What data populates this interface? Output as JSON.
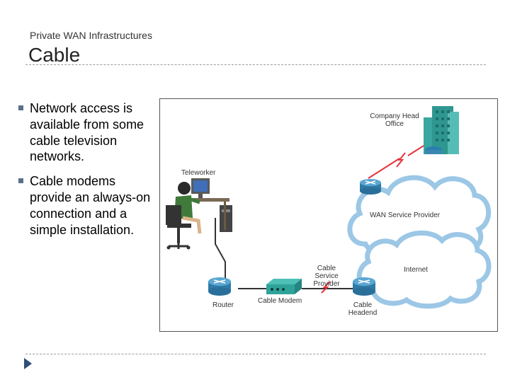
{
  "header": {
    "supertitle": "Private WAN Infrastructures",
    "title": "Cable"
  },
  "bullets": [
    "Network access is available from some cable television networks.",
    "Cable modems provide an always-on connection and a simple installation."
  ],
  "diagram": {
    "labels": {
      "company_head_office_line1": "Company Head",
      "company_head_office_line2": "Office",
      "teleworker": "Teleworker",
      "wan_service_provider": "WAN Service Provider",
      "internet": "Internet",
      "cable_service_provider_line1": "Cable",
      "cable_service_provider_line2": "Service",
      "cable_service_provider_line3": "Provider",
      "router": "Router",
      "cable_modem": "Cable Modem",
      "cable_headend_line1": "Cable",
      "cable_headend_line2": "Headend"
    },
    "colors": {
      "cloud_fill": "#ffffff",
      "cloud_stroke": "#9cc7e6",
      "router_fill": "#3a87b2",
      "building_fill": "#3aa6a0",
      "modem_fill": "#2fa39a",
      "serial_link": "#e6333a",
      "cable_line": "#333333"
    }
  },
  "nav": {
    "next_icon": "triangle-right-icon"
  }
}
